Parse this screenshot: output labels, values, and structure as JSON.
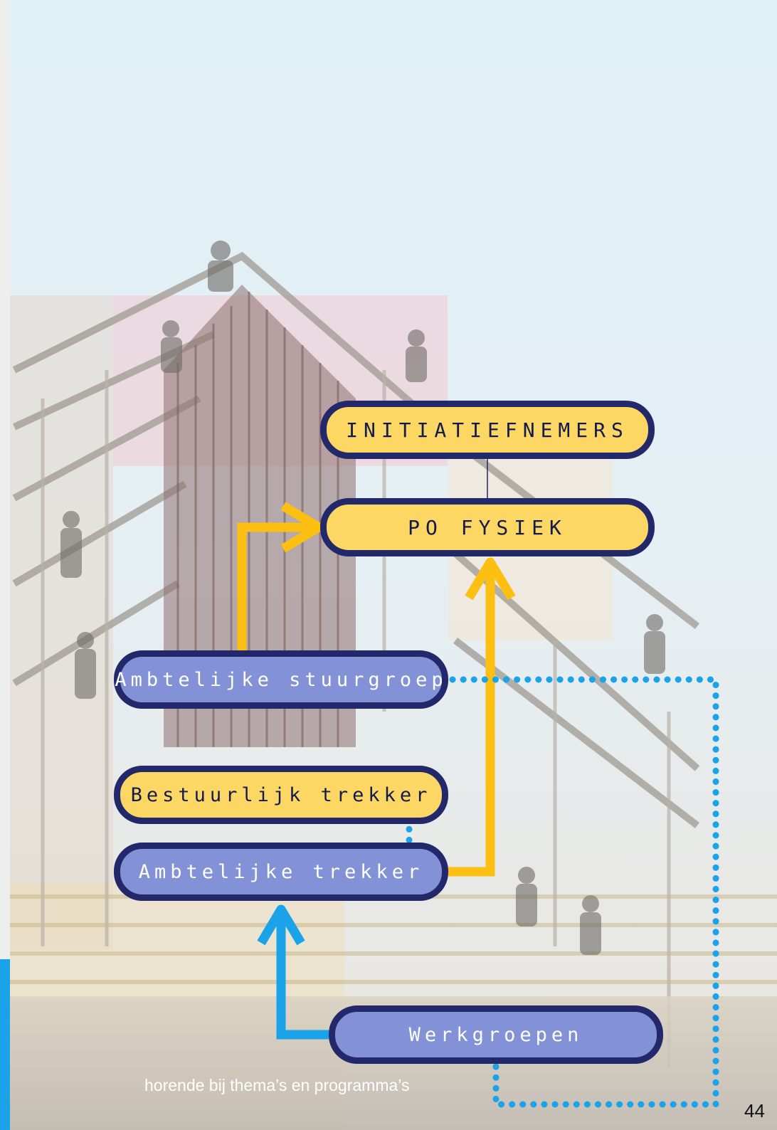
{
  "diagram": {
    "nodes": {
      "initiatiefnemers": {
        "label": "INITIATIEFNEMERS",
        "color": "#fcd764"
      },
      "po_fysiek": {
        "label": "PO FYSIEK",
        "color": "#fcd764"
      },
      "ambtelijke_stuurgroep": {
        "label": "Ambtelijke stuurgroep",
        "color": "#8392d6"
      },
      "bestuurlijk_trekker": {
        "label": "Bestuurlijk trekker",
        "color": "#fcd764"
      },
      "ambtelijke_trekker": {
        "label": "Ambtelijke trekker",
        "color": "#8392d6"
      },
      "werkgroepen": {
        "label": "Werkgroepen",
        "color": "#8392d6"
      }
    },
    "edges": [
      {
        "from": "ambtelijke_stuurgroep",
        "to": "po_fysiek",
        "style": "arrow",
        "color": "#fcbf12"
      },
      {
        "from": "ambtelijke_trekker",
        "to": "po_fysiek",
        "style": "arrow",
        "color": "#fcbf12"
      },
      {
        "from": "werkgroepen",
        "to": "ambtelijke_trekker",
        "style": "arrow",
        "color": "#1aa3e8"
      },
      {
        "from": "initiatiefnemers",
        "to": "po_fysiek",
        "style": "thin-line",
        "color": "#23286a"
      },
      {
        "from": "bestuurlijk_trekker",
        "to": "ambtelijke_trekker",
        "style": "dotted",
        "color": "#1aa3e8"
      },
      {
        "from": "ambtelijke_stuurgroep",
        "to": "werkgroepen",
        "style": "dotted",
        "color": "#1aa3e8"
      }
    ],
    "caption": "horende bij thema’s en programma’s"
  },
  "page_number": "44",
  "colors": {
    "pill_border": "#23286a",
    "yellow": "#fcd764",
    "blue": "#8392d6",
    "arrow_yellow": "#fcbf12",
    "arrow_blue": "#1aa3e8"
  }
}
